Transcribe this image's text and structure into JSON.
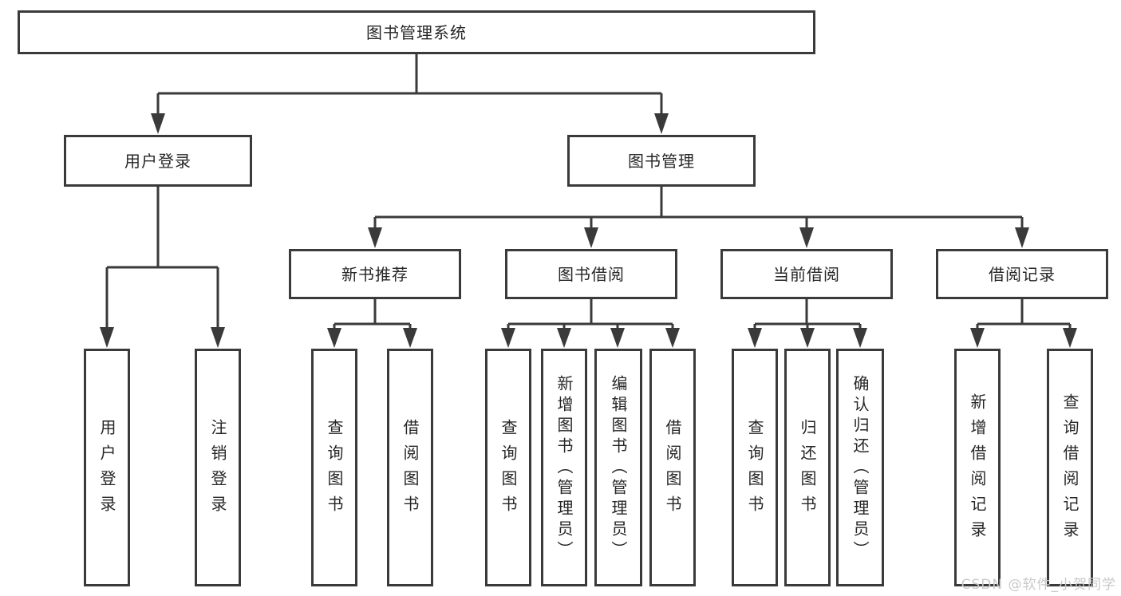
{
  "diagram": {
    "root": {
      "label": "图书管理系统"
    },
    "nodes": [
      {
        "label": "用户登录",
        "children": [
          {
            "label": "用户登录"
          },
          {
            "label": "注销登录"
          }
        ]
      },
      {
        "label": "图书管理",
        "children": [
          {
            "label": "新书推荐",
            "children": [
              {
                "label": "查询图书"
              },
              {
                "label": "借阅图书"
              }
            ]
          },
          {
            "label": "图书借阅",
            "children": [
              {
                "label": "查询图书"
              },
              {
                "label": "新增图书（管理员）"
              },
              {
                "label": "编辑图书（管理员）"
              },
              {
                "label": "借阅图书"
              }
            ]
          },
          {
            "label": "当前借阅",
            "children": [
              {
                "label": "查询图书"
              },
              {
                "label": "归还图书"
              },
              {
                "label": "确认归还（管理员）"
              }
            ]
          },
          {
            "label": "借阅记录",
            "children": [
              {
                "label": "新增借阅记录"
              },
              {
                "label": "查询借阅记录"
              }
            ]
          }
        ]
      }
    ]
  },
  "watermark": "CSDN @软件_小贺同学",
  "colors": {
    "line": "#3a3a3a",
    "text": "#262626",
    "watermark": "#c9c9c9",
    "background": "#ffffff"
  }
}
